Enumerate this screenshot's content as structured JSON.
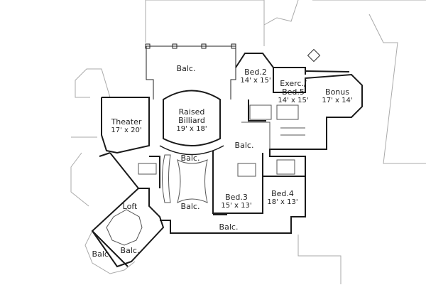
{
  "rooms": {
    "balc_top": {
      "name": "Balc."
    },
    "bed2": {
      "name": "Bed.2",
      "size": "14' x 15'"
    },
    "exerc_bed5": {
      "name_line1": "Exerc./",
      "name_line2": "Bed.5",
      "size": "14' x 15'"
    },
    "bonus": {
      "name": "Bonus",
      "size": "17' x 14'"
    },
    "theater": {
      "name": "Theater",
      "size": "17' x 20'"
    },
    "billiard": {
      "name_line1": "Raised",
      "name_line2": "Billiard",
      "size": "19' x 18'"
    },
    "balc_mid_right": {
      "name": "Balc."
    },
    "balc_mid": {
      "name": "Balc."
    },
    "bed3": {
      "name": "Bed.3",
      "size": "15' x 13'"
    },
    "bed4": {
      "name": "Bed.4",
      "size": "18' x 13'"
    },
    "balc_stair": {
      "name": "Balc."
    },
    "loft": {
      "name": "Loft"
    },
    "balc_bottom": {
      "name": "Balc."
    },
    "balc_loft_inner": {
      "name": "Balc."
    },
    "balc_loft_outer": {
      "name": "Balc."
    }
  },
  "colors": {
    "wall": "#1a1a1a",
    "outline": "#9a9a9a"
  }
}
